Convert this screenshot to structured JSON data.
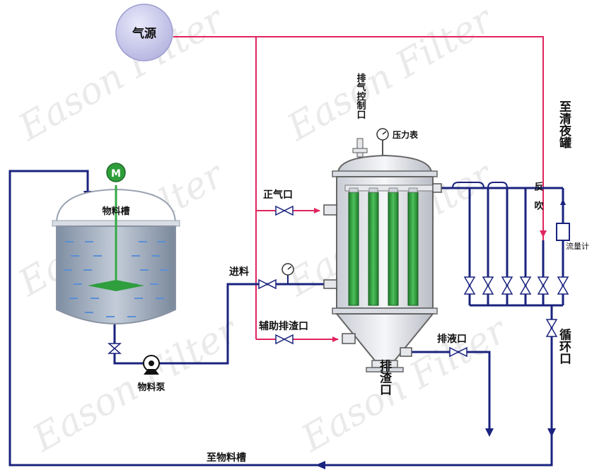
{
  "labels": {
    "air_source": "气源",
    "exhaust_control": "排气控制口",
    "pressure_gauge": "压力表",
    "material_tank": "物料槽",
    "positive_air_port": "正气口",
    "feed": "进料",
    "aux_slag_port": "辅助排渣口",
    "liquid_drain": "排液口",
    "slag_outlet": "排渣口",
    "material_pump": "物料泵",
    "to_clear_tank": "至清夜罐",
    "backflush": "反吹",
    "flowmeter": "流量计",
    "circulation_port": "循环口",
    "to_material_tank": "至物料槽",
    "motor": "M"
  },
  "watermark": "Eason Filter",
  "colors": {
    "pipe_blue": "#1a237e",
    "air_line": "#e0245e",
    "filter_green": "#2e9e3a",
    "air_source_fill": "#c8c8ea",
    "tank_water": "#9aa7b8"
  }
}
